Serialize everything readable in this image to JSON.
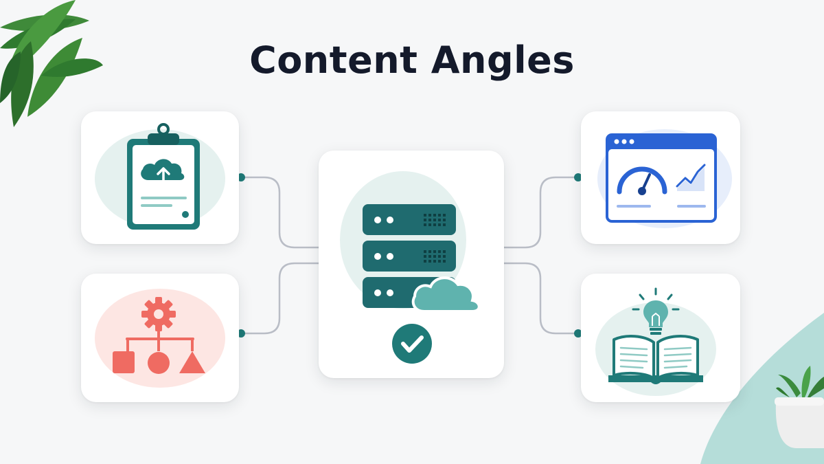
{
  "title": "Content Angles",
  "colors": {
    "teal": "#1f7a78",
    "teal_dark": "#17605f",
    "teal_light": "#5fb3ae",
    "blue": "#2a63d4",
    "coral": "#ef6b62",
    "connector": "#b9bdc6",
    "background": "#f6f7f8"
  },
  "nodes": [
    {
      "id": "clipboard-upload",
      "icon": "clipboard-cloud-upload-icon"
    },
    {
      "id": "process-hierarchy",
      "icon": "gear-hierarchy-shapes-icon"
    },
    {
      "id": "server-cloud",
      "icon": "server-cloud-check-icon"
    },
    {
      "id": "dashboard",
      "icon": "browser-gauge-chart-icon"
    },
    {
      "id": "knowledge",
      "icon": "open-book-lightbulb-icon"
    }
  ],
  "edges": [
    {
      "from": "clipboard-upload",
      "to": "server-cloud"
    },
    {
      "from": "process-hierarchy",
      "to": "server-cloud"
    },
    {
      "from": "server-cloud",
      "to": "dashboard"
    },
    {
      "from": "server-cloud",
      "to": "knowledge"
    }
  ]
}
